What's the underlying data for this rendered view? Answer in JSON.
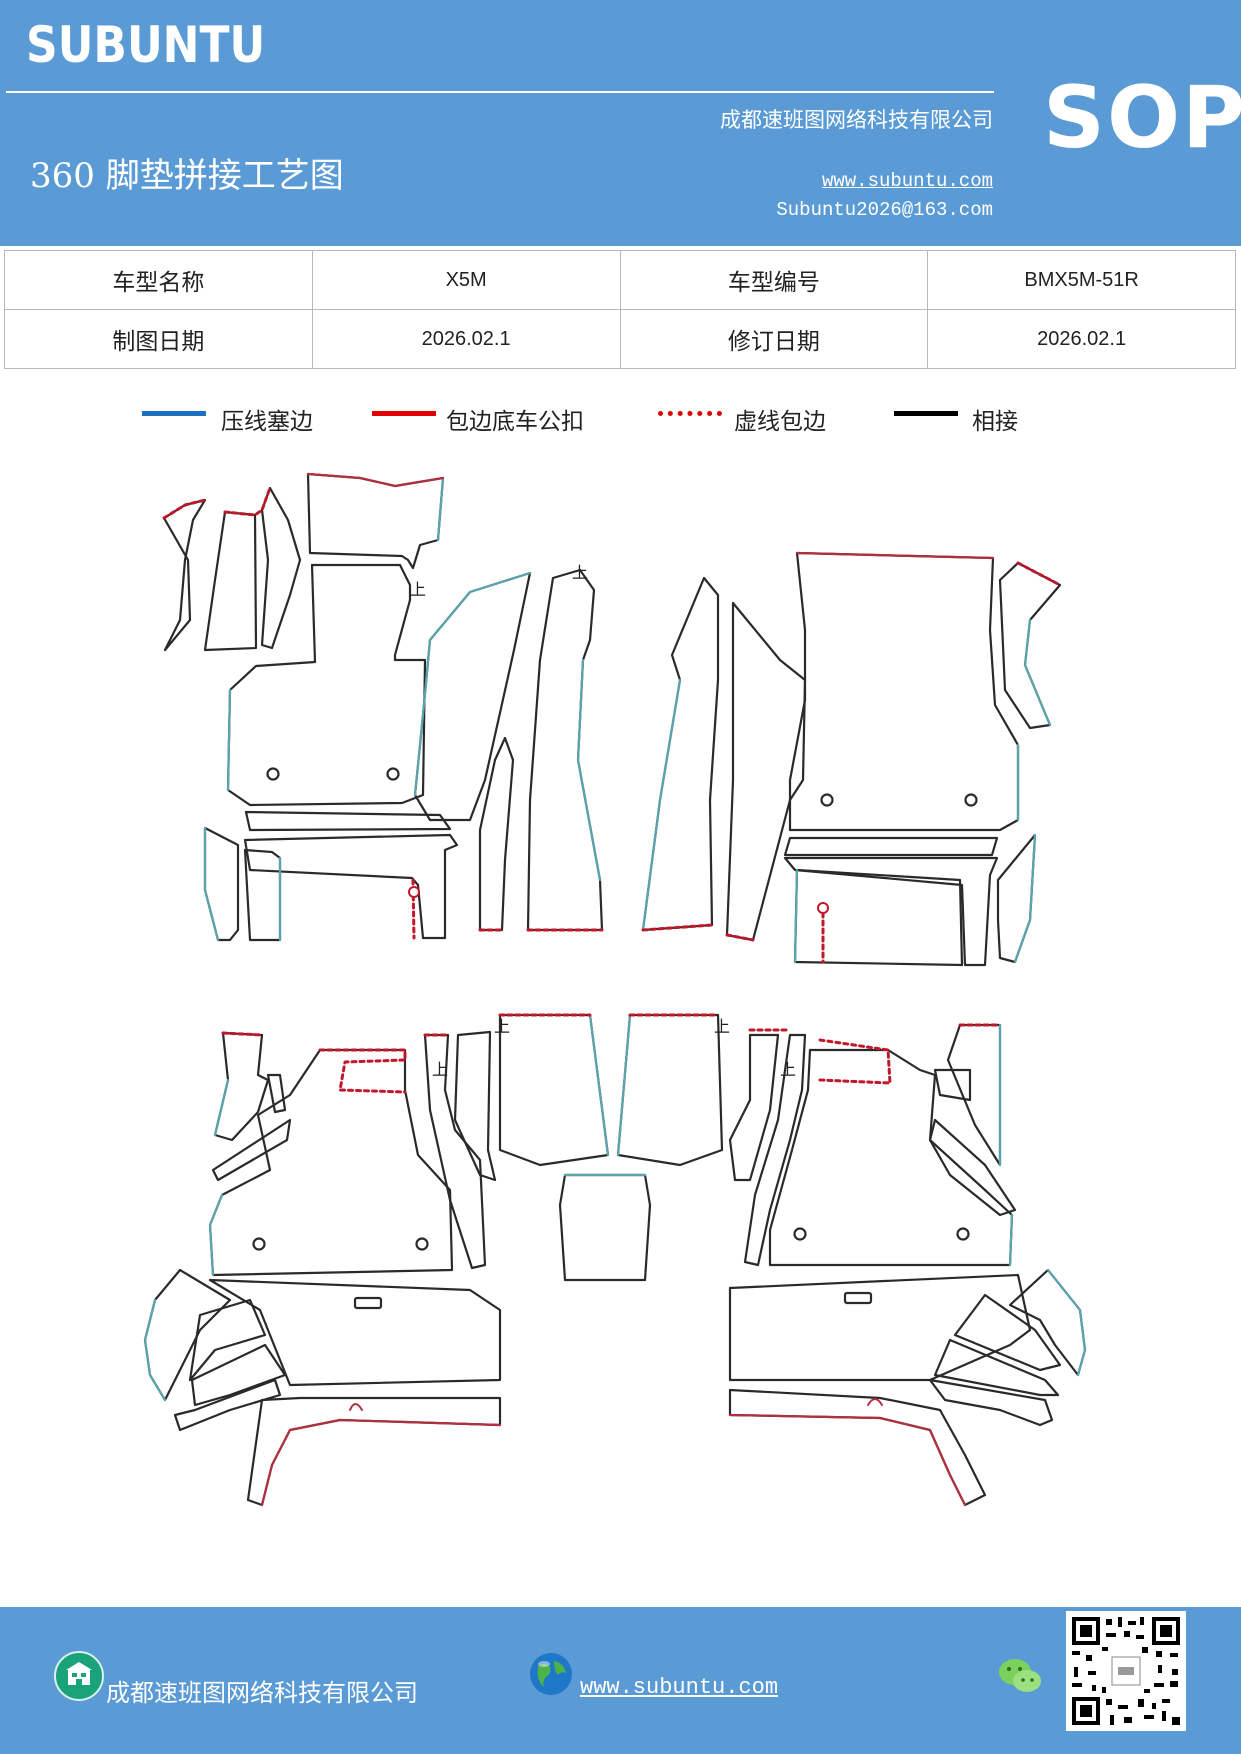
{
  "header": {
    "brand": "SUBUNTU",
    "badge": "SOP",
    "company": "成都速班图网络科技有限公司",
    "title": "360 脚垫拼接工艺图",
    "website": "www.subuntu.com",
    "email": "Subuntu2026@163.com",
    "background_color": "#5b9bd5"
  },
  "info_table": {
    "rows": [
      {
        "label1": "车型名称",
        "value1": "X5M",
        "label2": "车型编号",
        "value2": "BMX5M-51R"
      },
      {
        "label1": "制图日期",
        "value1": "2026.02.1",
        "label2": "修订日期",
        "value2": "2026.02.1"
      }
    ]
  },
  "legend": [
    {
      "label": "压线塞边",
      "color": "#1f6fbf",
      "style": "solid"
    },
    {
      "label": "包边底车公扣",
      "color": "#e00000",
      "style": "solid"
    },
    {
      "label": "虚线包边",
      "color": "#e00000",
      "style": "dotted"
    },
    {
      "label": "相接",
      "color": "#000000",
      "style": "solid"
    }
  ],
  "drawing": {
    "mark_label": "上",
    "colors": {
      "outline": "#2a2a2a",
      "pressed_edge": "#5aa4ad",
      "binding_edge": "#b03040",
      "dashed_edge": "#c0182a"
    }
  },
  "footer": {
    "company": "成都速班图网络科技有限公司",
    "website": "www.subuntu.com ",
    "icons": [
      "company-icon",
      "globe-icon",
      "wechat-icon",
      "qr-code"
    ]
  }
}
